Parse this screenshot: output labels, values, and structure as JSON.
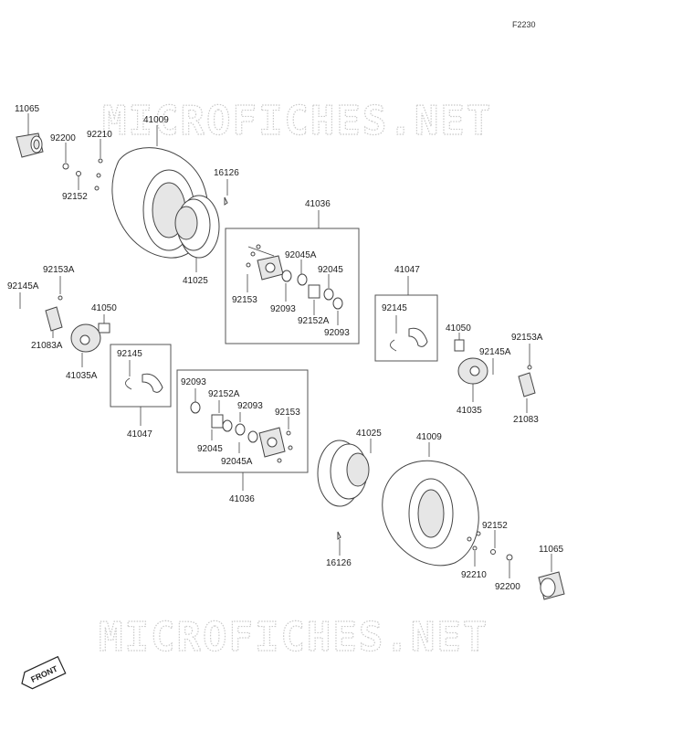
{
  "diagram_code": "F2230",
  "watermark": "MICROFICHES.NET",
  "front_badge": "FRONT",
  "labels": {
    "p11065_top": "11065",
    "p41009_top": "41009",
    "p92200_top": "92200",
    "p92210_top": "92210",
    "p92152_top": "92152",
    "p16126_top": "16126",
    "p41025_top": "41025",
    "p41036_top": "41036",
    "p92045A_top": "92045A",
    "p92045_top": "92045",
    "p92153_top": "92153",
    "p92093_top_a": "92093",
    "p92152A_top": "92152A",
    "p92093_top_b": "92093",
    "p41047_right": "41047",
    "p92145_right": "92145",
    "p41050_right": "41050",
    "p92153A_right": "92153A",
    "p92145A_right": "92145A",
    "p41035_right": "41035",
    "p21083_right": "21083",
    "p92153A_left": "92153A",
    "p92145A_left": "92145A",
    "p41050_left": "41050",
    "p21083A_left": "21083A",
    "p41035A_left": "41035A",
    "p92145_left": "92145",
    "p41047_left": "41047",
    "p92093_bot_a": "92093",
    "p92152A_bot": "92152A",
    "p92093_bot_b": "92093",
    "p92153_bot": "92153",
    "p92045_bot": "92045",
    "p92045A_bot": "92045A",
    "p41036_bot": "41036",
    "p41025_bot": "41025",
    "p41009_bot": "41009",
    "p16126_bot": "16126",
    "p92152_bot": "92152",
    "p92210_bot": "92210",
    "p92200_bot": "92200",
    "p11065_bot": "11065"
  }
}
